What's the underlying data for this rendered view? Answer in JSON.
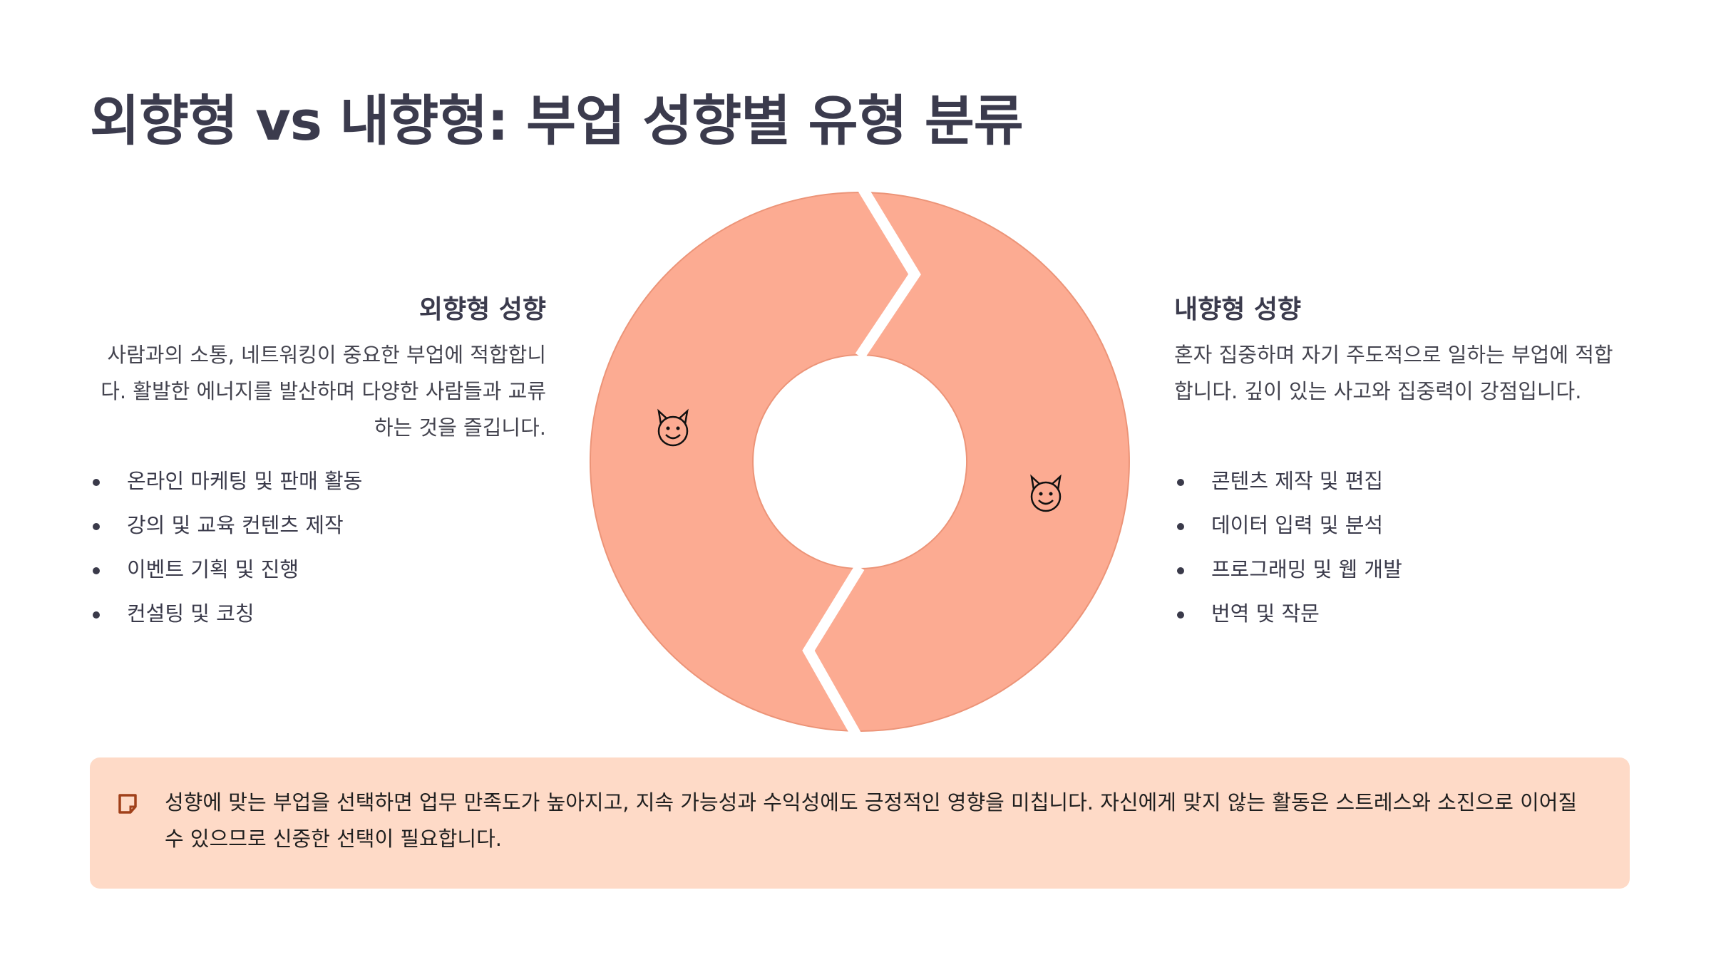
{
  "title": "외향형 vs 내향형: 부업 성향별 유형 분류",
  "extrovert": {
    "heading": "외향형 성향",
    "description": "사람과의 소통, 네트워킹이 중요한 부업에 적합합니다. 활발한 에너지를 발산하며 다양한 사람들과 교류하는 것을 즐깁니다.",
    "items": [
      "온라인 마케팅 및 판매 활동",
      "강의 및 교육 컨텐츠 제작",
      "이벤트 기획 및 진행",
      "컨설팅 및 코칭"
    ],
    "icon": "smiling-devil-icon"
  },
  "introvert": {
    "heading": "내향형 성향",
    "description": "혼자 집중하며 자기 주도적으로 일하는 부업에 적합합니다. 깊이 있는 사고와 집중력이 강점입니다.",
    "items": [
      "콘텐츠 제작 및 편집",
      "데이터 입력 및 분석",
      "프로그래밍 및 웹 개발",
      "번역 및 작문"
    ],
    "icon": "smiling-devil-icon"
  },
  "callout": {
    "icon": "sticky-note-icon",
    "text": "성향에 맞는 부업을 선택하면 업무 만족도가 높아지고, 지속 가능성과 수익성에도 긍정적인 영향을 미칩니다. 자신에게 맞지 않는 활동은 스트레스와 소진으로 이어질 수 있으므로 신중한 선택이 필요합니다."
  },
  "colors": {
    "donut_fill": "#fcab92",
    "donut_stroke": "#ec9478",
    "callout_bg": "#fedac7",
    "callout_icon": "#a0401a",
    "title": "#3b3b4d"
  }
}
